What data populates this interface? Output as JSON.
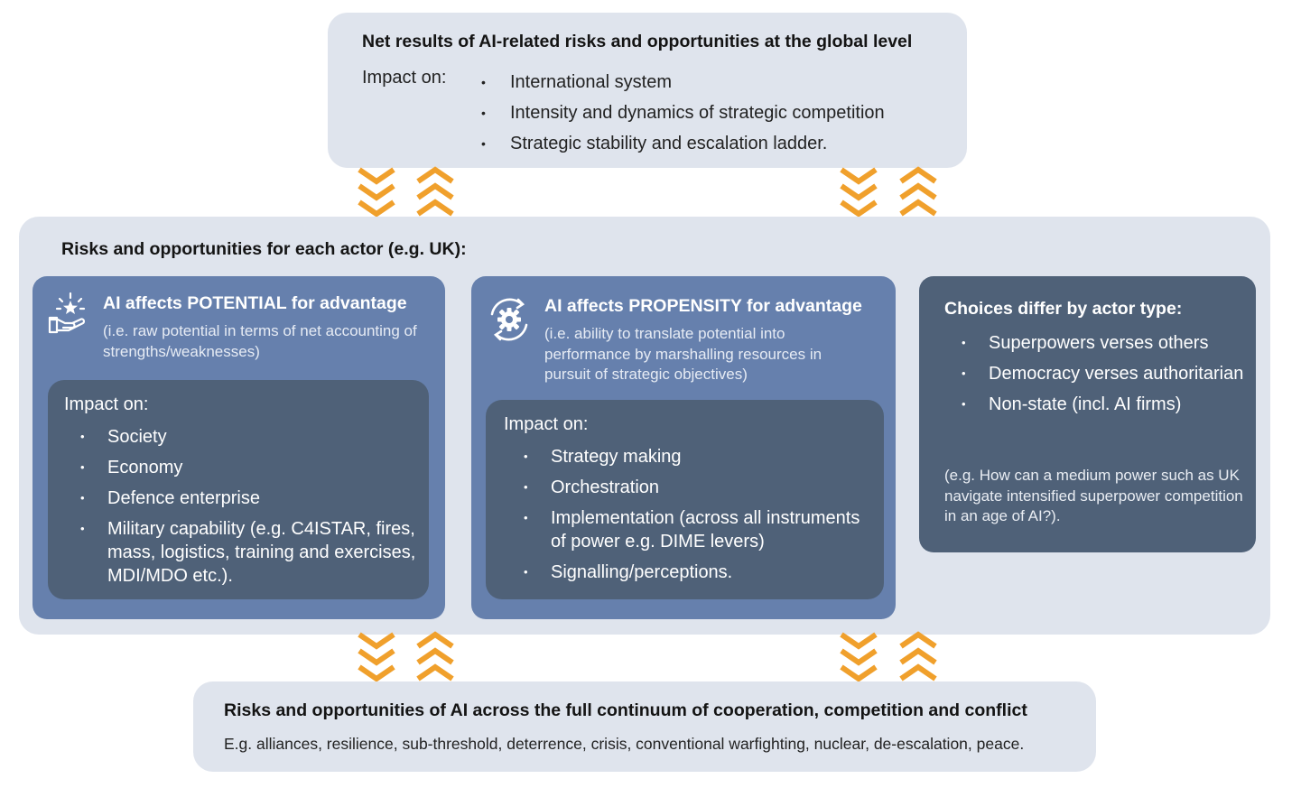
{
  "top": {
    "title": "Net results of AI-related risks and opportunities at the global level",
    "impact_label": "Impact on:",
    "items": [
      "International system",
      "Intensity and dynamics of strategic competition",
      "Strategic stability and escalation ladder."
    ]
  },
  "middle": {
    "title": "Risks and opportunities for each actor (e.g. UK):",
    "potential": {
      "icon": "hand-star-icon",
      "title": "AI affects POTENTIAL for advantage",
      "subtitle": "(i.e. raw potential in terms of net accounting of strengths/weaknesses)",
      "impact_label": "Impact on:",
      "items": [
        "Society",
        "Economy",
        "Defence enterprise",
        "Military capability (e.g. C4ISTAR, fires, mass, logistics, training and exercises, MDI/MDO etc.)."
      ]
    },
    "propensity": {
      "icon": "gear-cycle-icon",
      "title": "AI affects PROPENSITY for advantage",
      "subtitle": "(i.e. ability to translate potential into performance by marshalling resources in pursuit of strategic objectives)",
      "impact_label": "Impact on:",
      "items": [
        "Strategy making",
        "Orchestration",
        "Implementation (across all instruments of power e.g. DIME levers)",
        "Signalling/perceptions."
      ]
    },
    "choices": {
      "title": "Choices differ by actor type:",
      "items": [
        "Superpowers verses others",
        "Democracy verses authoritarian",
        "Non-state (incl. AI firms)"
      ],
      "note": "(e.g. How can a medium power such as UK navigate intensified superpower competition in an age of AI?)."
    }
  },
  "bottom": {
    "title": "Risks and opportunities of AI across the full continuum of cooperation, competition and conflict",
    "subtitle": "E.g. alliances, resilience, sub-threshold, deterrence, crisis, conventional warfighting, nuclear, de-escalation, peace."
  },
  "colors": {
    "light_panel": "#dfe4ed",
    "mid_panel": "#6680ad",
    "dark_panel": "#4f6178",
    "arrow": "#f0a02c"
  }
}
